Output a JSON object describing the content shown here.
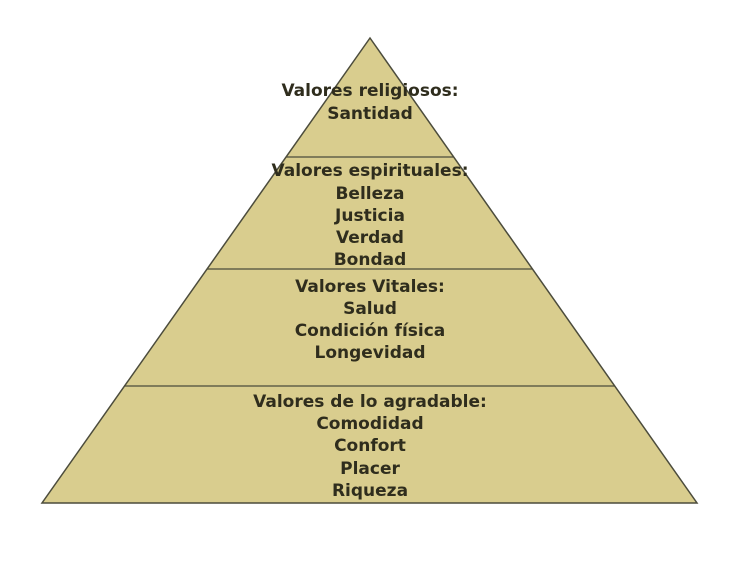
{
  "diagram": {
    "type": "pyramid",
    "background_color": "#ffffff",
    "fill_color": "#d9cd8e",
    "border_color": "#4c4c3c",
    "text_color": "#2f2d1d",
    "levels": [
      {
        "title": "Valores religiosos:",
        "items": [
          "Santidad"
        ]
      },
      {
        "title": "Valores espirituales:",
        "items": [
          "Belleza",
          "Justicia",
          "Verdad",
          "Bondad"
        ]
      },
      {
        "title": "Valores Vitales:",
        "items": [
          "Salud",
          "Condición física",
          "Longevidad"
        ]
      },
      {
        "title": "Valores de lo agradable:",
        "items": [
          "Comodidad",
          "Confort",
          "Placer",
          "Riqueza"
        ]
      }
    ]
  }
}
